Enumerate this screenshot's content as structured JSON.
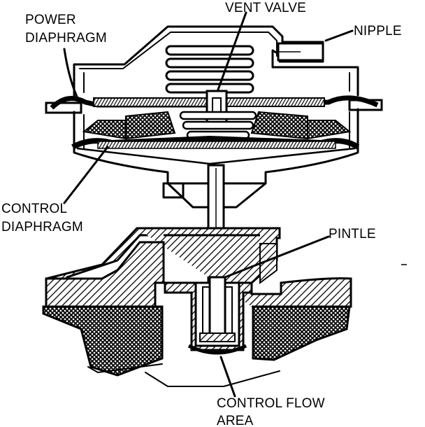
{
  "labels": {
    "power_diaphragm_line1": "POWER",
    "power_diaphragm_line2": "DIAPHRAGM",
    "vent_valve": "VENT VALVE",
    "nipple": "NIPPLE",
    "control_diaphragm_line1": "CONTROL",
    "control_diaphragm_line2": "DIAPHRAGM",
    "pintle": "PINTLE",
    "control_flow_area_line1": "CONTROL FLOW",
    "control_flow_area_line2": "AREA"
  },
  "colors": {
    "ink": "#000000",
    "paper": "#ffffff"
  }
}
